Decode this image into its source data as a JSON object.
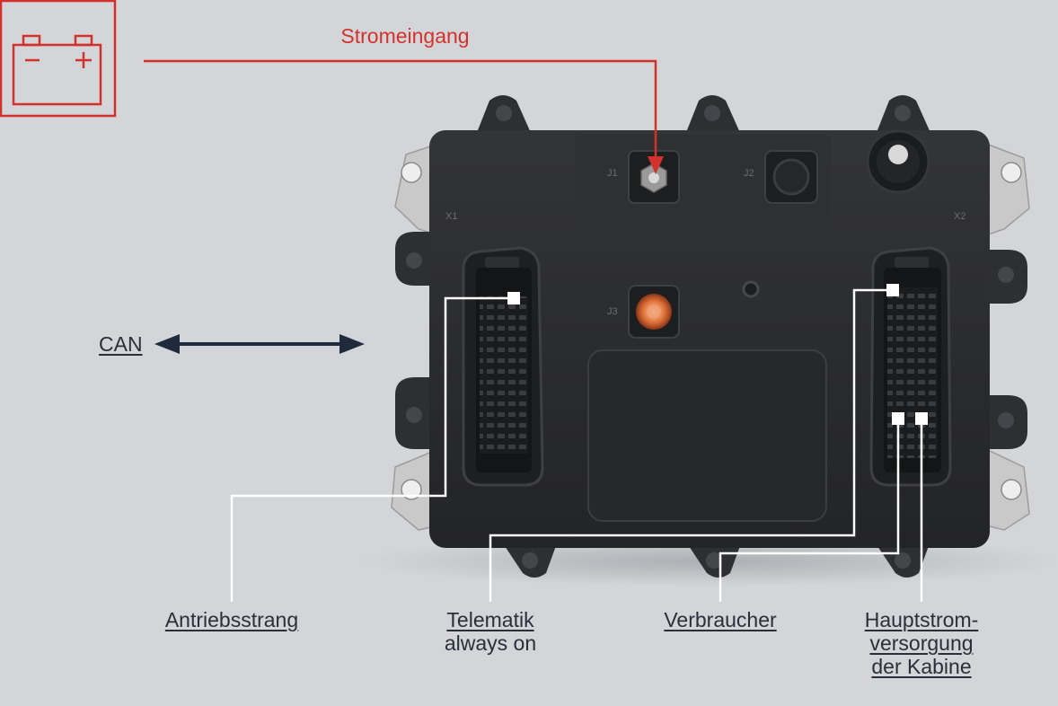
{
  "labels": {
    "stromeingang": "Stromeingang",
    "can": "CAN",
    "antriebsstrang": "Antriebsstrang",
    "telematik_line1": "Telematik",
    "telematik_line2": "always on",
    "verbraucher": "Verbraucher",
    "hauptstrom_line1": "Hauptstrom-",
    "hauptstrom_line2": "versorgung",
    "hauptstrom_line3": "der Kabine"
  },
  "device": {
    "connector_left": "X1",
    "connector_right": "X2",
    "port_j1": "J1",
    "port_j2": "J2",
    "port_j3": "J3"
  },
  "colors": {
    "accent": "#d3322c",
    "arrow": "#1f2a3c",
    "leader": "#ffffff",
    "housing": "#2b2c2f",
    "background": "#d3d5d8"
  },
  "icons": [
    "battery-icon",
    "double-arrow-icon"
  ]
}
